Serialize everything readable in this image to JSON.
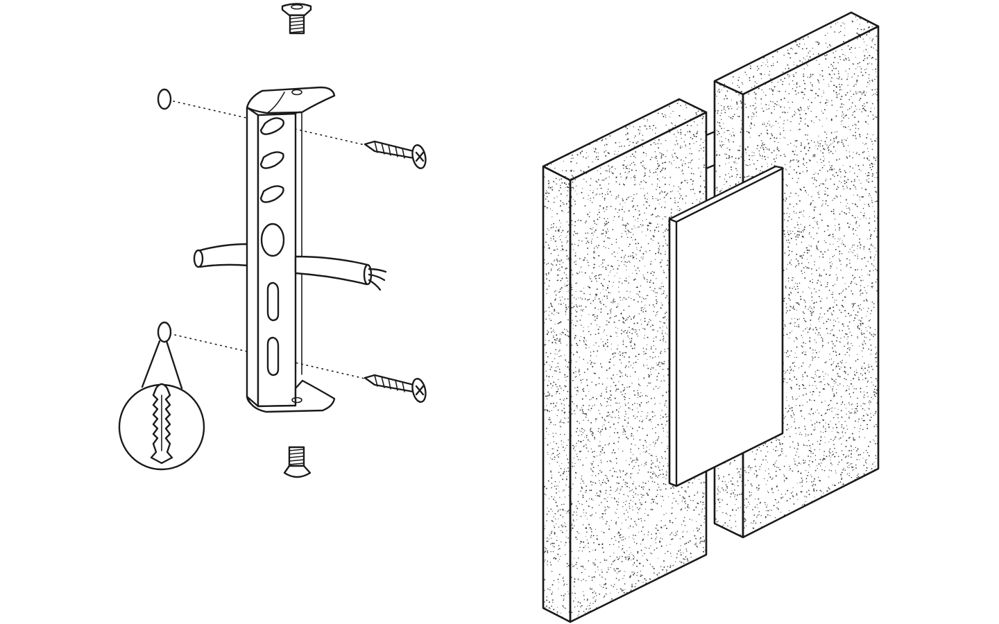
{
  "colors": {
    "ink": "#1a1a1a",
    "paper": "#ffffff",
    "stipple": "#333333",
    "fixture_plate": "#ffffff"
  },
  "diagram": {
    "type": "exploded-assembly-illustration",
    "parts": [
      {
        "name": "countersunk-bolt-top",
        "icon": "countersunk-screw-icon"
      },
      {
        "name": "mounting-bracket",
        "icon": "slotted-bracket-icon"
      },
      {
        "name": "wood-screw-top",
        "icon": "phillips-wood-screw-icon"
      },
      {
        "name": "wood-screw-bottom",
        "icon": "phillips-wood-screw-icon"
      },
      {
        "name": "wall-plug-hole-top",
        "icon": "drill-hole-icon"
      },
      {
        "name": "wall-plug-hole-bottom",
        "icon": "drill-hole-icon"
      },
      {
        "name": "wall-plug-detail",
        "icon": "wall-anchor-icon"
      },
      {
        "name": "power-cable",
        "icon": "three-wire-cable-icon"
      },
      {
        "name": "countersunk-bolt-bottom",
        "icon": "countersunk-screw-icon"
      },
      {
        "name": "wall-blocks",
        "icon": "stippled-wall-icon"
      },
      {
        "name": "installed-fixture",
        "icon": "rectangular-lamp-plate-icon"
      }
    ]
  }
}
